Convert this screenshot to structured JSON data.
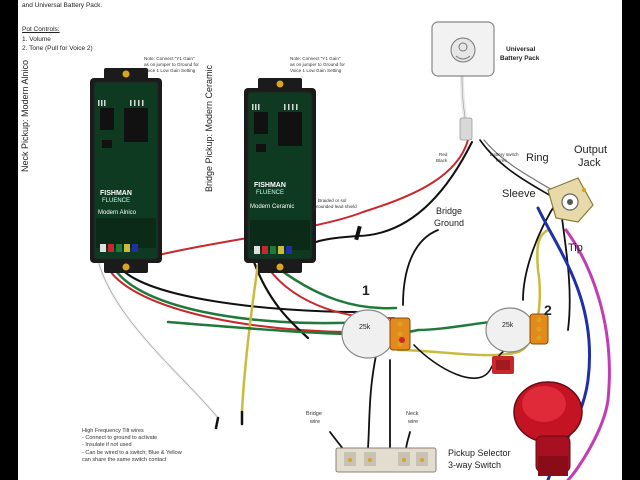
{
  "header": {
    "line1": "and Universal Battery Pack.",
    "pot_controls_title": "Pot Controls:",
    "pot_control_1": "1. Volume",
    "pot_control_2": "2. Tone (Pull for Voice 2)"
  },
  "pickups": {
    "neck_label": "Neck Pickup:  Modern Alnico",
    "bridge_label": "Bridge Pickup:  Modern Ceramic",
    "neck_note": [
      "Note: Connect \"Y1 Gain\"",
      "as on jumper to Ground for",
      "Voice 1 Low Gain Setting"
    ],
    "bridge_note": [
      "Note: Connect \"Y1 Gain\"",
      "as on jumper to Ground for",
      "Voice 1 Low Gain Setting"
    ],
    "brand": "FISHMAN",
    "model": "FLUENCE",
    "neck_board_text": "Modern Alnico",
    "bridge_board_text": "Modern Ceramic"
  },
  "battery": {
    "label_line1": "Universal",
    "label_line2": "Battery Pack"
  },
  "labels": {
    "braided_shield": [
      "Braided or sol",
      "grounded lead shield"
    ],
    "red_black": [
      "Red",
      "Black"
    ],
    "battery_switch": [
      "Battery switch",
      "wires"
    ],
    "ring": "Ring",
    "output_jack_1": "Output",
    "output_jack_2": "Jack",
    "sleeve": "Sleeve",
    "tip": "Tip",
    "bridge_ground_1": "Bridge",
    "bridge_ground_2": "Ground",
    "pot_1_number": "1",
    "pot_2_number": "2",
    "pot_value": "25k",
    "bridge_wire": [
      "Bridge",
      "wire"
    ],
    "neck_wire": [
      "Neck",
      "wire"
    ],
    "selector_1": "Pickup Selector",
    "selector_2": "3-way Switch"
  },
  "hf_notes": [
    "High Frequency Tilt wires",
    "- Connect to ground to activate",
    "- Insulate if not used",
    "- Can be wired to a switch; Blue & Yellow",
    "  can share the same switch contact"
  ],
  "colors": {
    "board": "#0f3a22",
    "pickup_case": "#1b1b1b",
    "wire_red": "#c8282c",
    "wire_green": "#1f7a3a",
    "wire_yellow": "#c9bb3c",
    "wire_blue": "#1f2fa8",
    "wire_magenta": "#c23cb4",
    "pot_orange": "#e48a1c",
    "button_red": "#c41424"
  }
}
